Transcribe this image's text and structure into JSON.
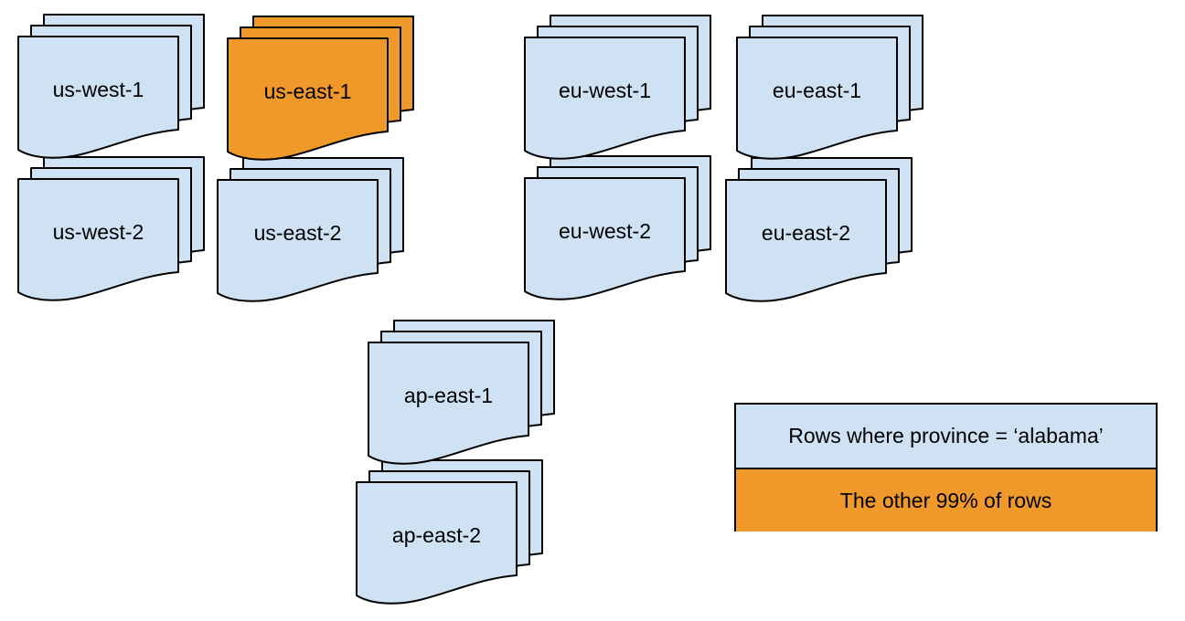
{
  "colors": {
    "document-blue": "#cfe2f3",
    "highlight-orange": "#f0992b",
    "stroke": "#000000",
    "canvas-background": "#ffffff"
  },
  "regions": [
    {
      "label": "us-west-1",
      "variant": "blue"
    },
    {
      "label": "us-east-1",
      "variant": "orange"
    },
    {
      "label": "us-west-2",
      "variant": "blue"
    },
    {
      "label": "us-east-2",
      "variant": "blue"
    },
    {
      "label": "eu-west-1",
      "variant": "blue"
    },
    {
      "label": "eu-east-1",
      "variant": "blue"
    },
    {
      "label": "eu-west-2",
      "variant": "blue"
    },
    {
      "label": "eu-east-2",
      "variant": "blue"
    },
    {
      "label": "ap-east-1",
      "variant": "blue"
    },
    {
      "label": "ap-east-2",
      "variant": "blue"
    }
  ],
  "legend": {
    "items": [
      {
        "label": "Rows where province = ‘alabama’",
        "variant": "blue"
      },
      {
        "label": "The other 99% of rows",
        "variant": "orange"
      }
    ]
  }
}
